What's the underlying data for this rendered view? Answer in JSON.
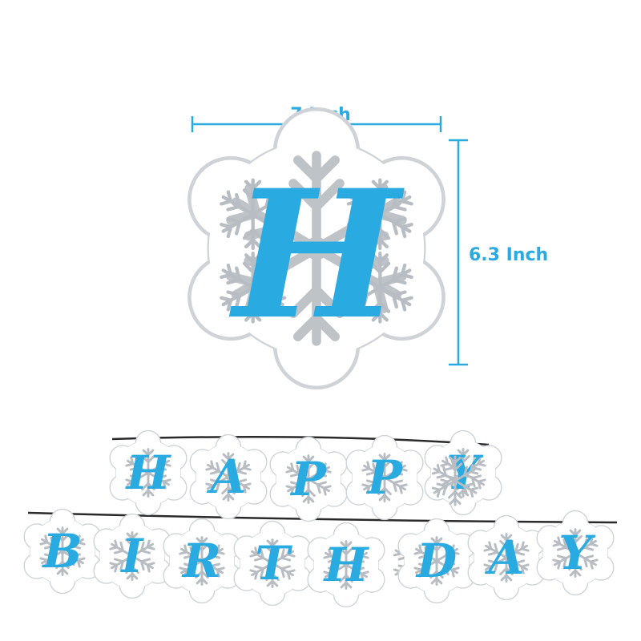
{
  "dimensions": {
    "width_label": "7 Inch",
    "height_label": "6.3 Inch"
  },
  "sample_letter": "H",
  "banner": {
    "line1": [
      "H",
      "A",
      "P",
      "P",
      "Y",
      ""
    ],
    "line2": [
      "B",
      "I",
      "R",
      "T",
      "H",
      "",
      "D",
      "A",
      "Y"
    ]
  },
  "colors": {
    "accent": "#29ABE2",
    "silver": "#B8BDC3",
    "string": "#2a2a2a"
  }
}
